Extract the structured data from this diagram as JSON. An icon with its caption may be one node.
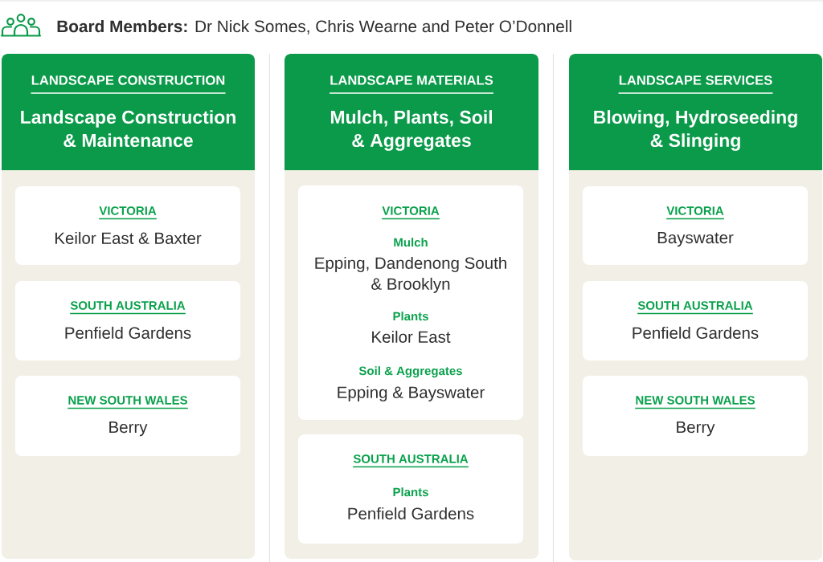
{
  "diagram": {
    "title": "**Board Members:** Dr Nick Somes, Chris Wearne and Peter O’Donnell",
    "nodes": [
      {
        "text": [
          "LANDSCAPE CONSTRUCTION",
          "Landscape Construction & Maintenance"
        ]
      },
      {
        "text": [
          "VICTORIA",
          "Keilor East & Baxter"
        ],
        "in": 0
      },
      {
        "text": [
          "SOUTH AUSTRALIA",
          "Penfield Gardens"
        ],
        "in": 0
      },
      {
        "text": [
          "NEW SOUTH WALES",
          "Berry"
        ],
        "in": 0
      },
      {
        "text": [
          "LANDSCAPE MATERIALS",
          "Mulch, Plants, Soil & Aggregates"
        ]
      },
      {
        "text": [
          "VICTORIA",
          "Mulch",
          "Epping, Dandenong South & Brooklyn",
          "Plants",
          "Keilor East",
          "Soil & Aggregates",
          "Epping & Bayswater"
        ],
        "in": 4
      },
      {
        "text": [
          "SOUTH AUSTRALIA",
          "Plants",
          "Penfield Gardens"
        ],
        "in": 4
      },
      {
        "text": [
          "LANDSCAPE SERVICES",
          "Blowing, Hydroseeding & Slinging"
        ]
      },
      {
        "text": [
          "VICTORIA",
          "Bayswater"
        ],
        "in": 7
      },
      {
        "text": [
          "SOUTH AUSTRALIA",
          "Penfield Gardens"
        ],
        "in": 7
      },
      {
        "text": [
          "NEW SOUTH WALES",
          "Berry"
        ],
        "in": 7
      }
    ]
  }
}
